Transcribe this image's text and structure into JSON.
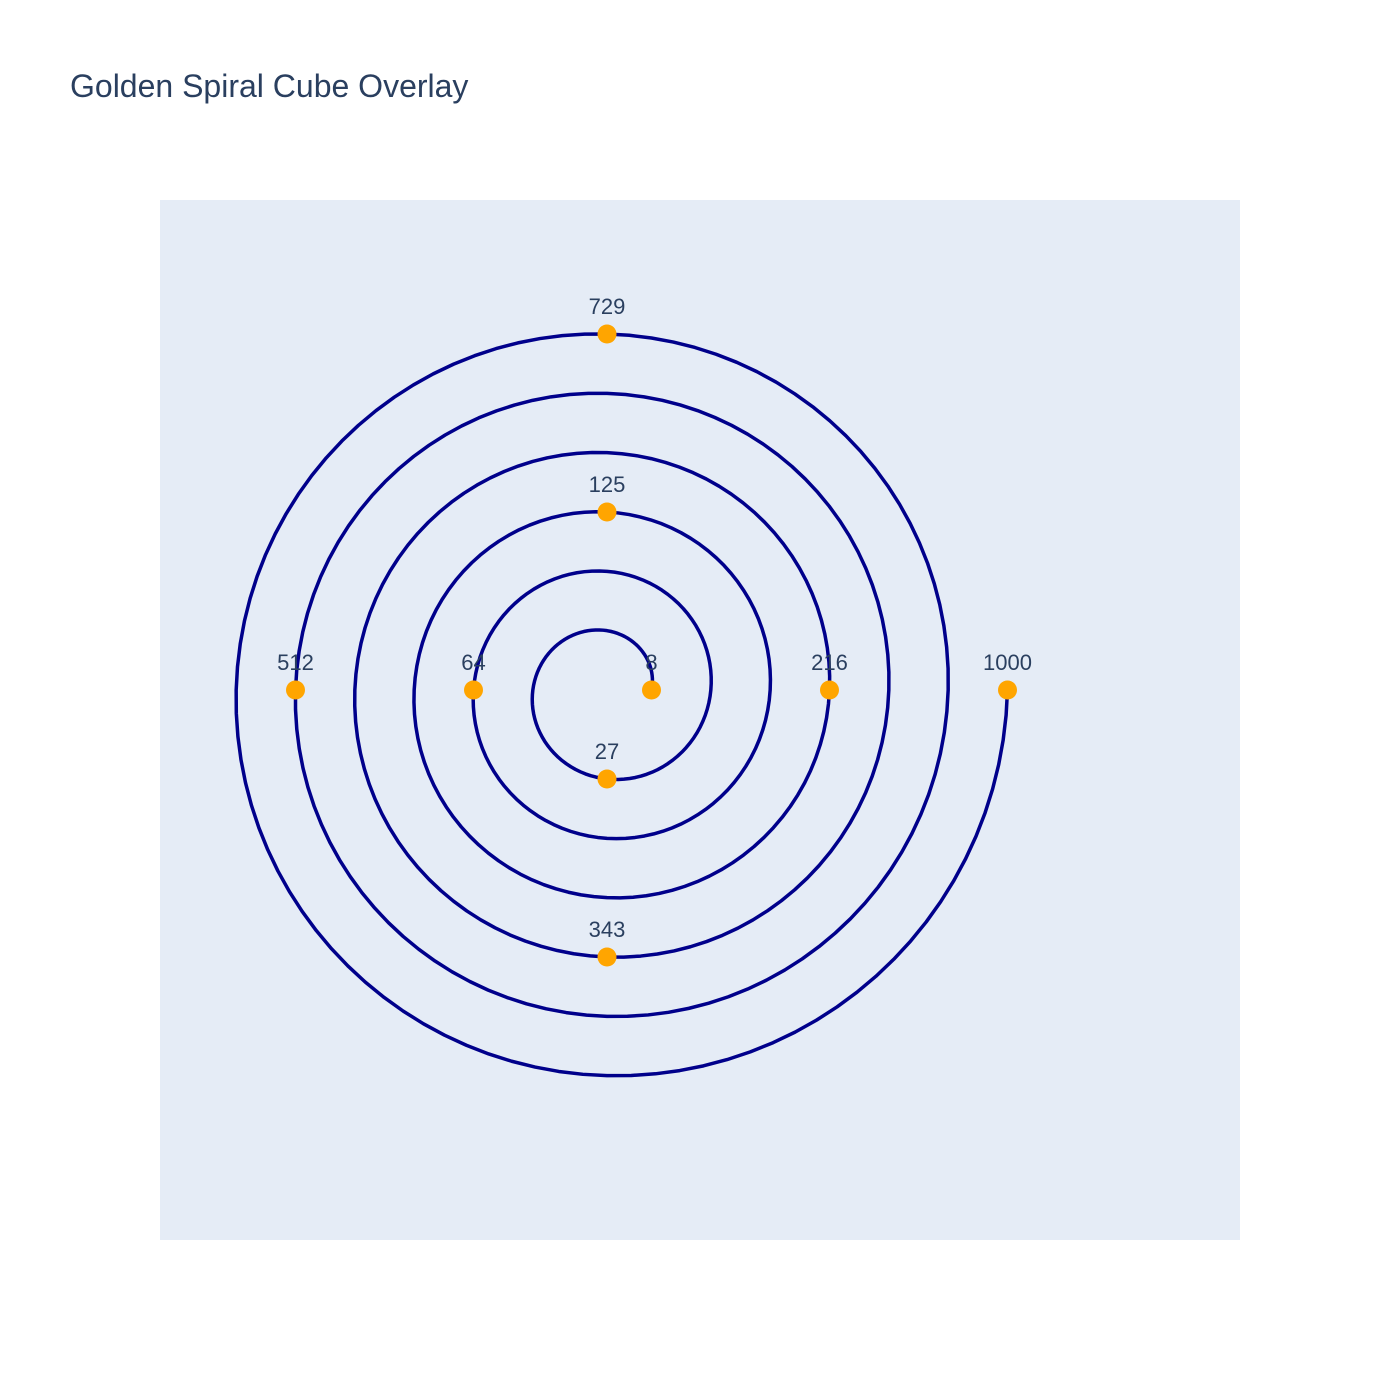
{
  "chart_data": {
    "type": "line",
    "title": "Golden Spiral Cube Overlay",
    "xlabel": "",
    "ylabel": "",
    "grid": false,
    "legend": "none",
    "colors": {
      "plot_background": "#e5ecf6",
      "spiral_line": "#00008b",
      "marker": "#ffa500",
      "text": "#2a3f5f"
    },
    "points": [
      {
        "label": "8",
        "n": 2,
        "value": 8
      },
      {
        "label": "27",
        "n": 3,
        "value": 27
      },
      {
        "label": "64",
        "n": 4,
        "value": 64
      },
      {
        "label": "125",
        "n": 5,
        "value": 125
      },
      {
        "label": "216",
        "n": 6,
        "value": 216
      },
      {
        "label": "343",
        "n": 7,
        "value": 343
      },
      {
        "label": "512",
        "n": 8,
        "value": 512
      },
      {
        "label": "729",
        "n": 9,
        "value": 729
      },
      {
        "label": "1000",
        "n": 10,
        "value": 1000
      }
    ]
  }
}
